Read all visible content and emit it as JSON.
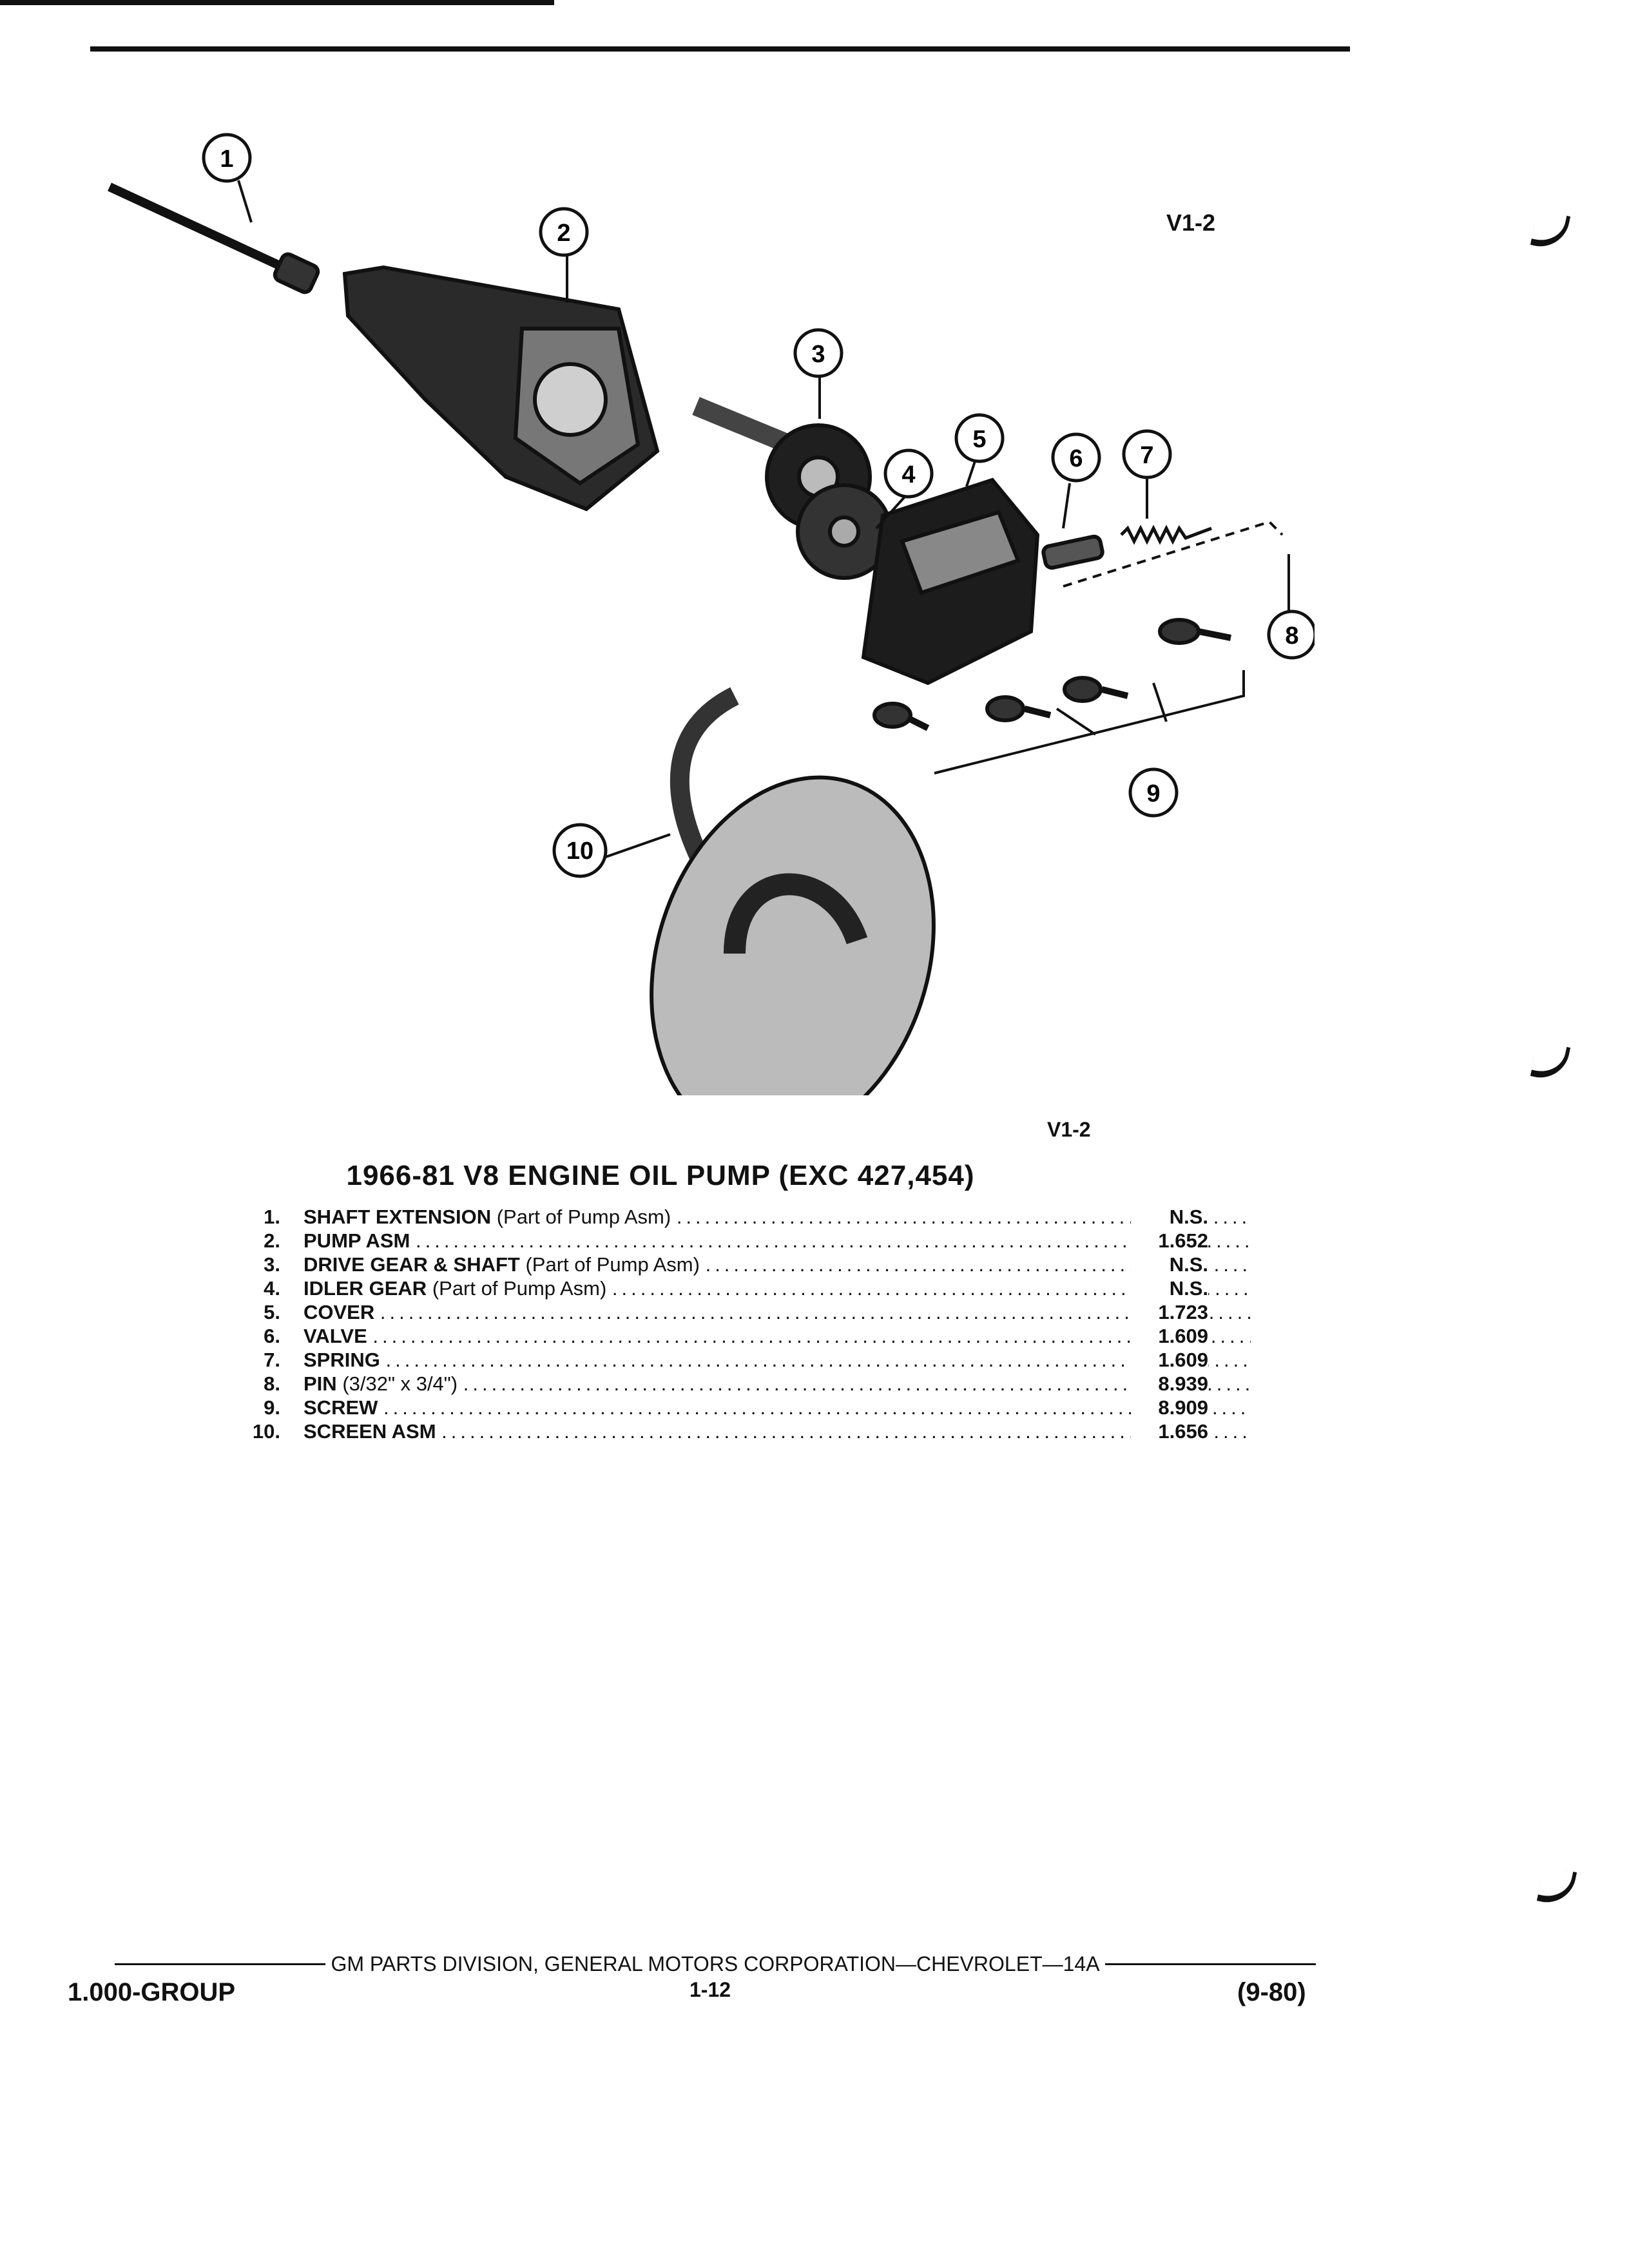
{
  "figure_code": "V1-2",
  "title": "1966-81 V8 ENGINE OIL PUMP (EXC 427,454)",
  "callouts": [
    "1",
    "2",
    "3",
    "4",
    "5",
    "6",
    "7",
    "8",
    "9",
    "10"
  ],
  "parts": [
    {
      "num": "1.",
      "name": "SHAFT EXTENSION",
      "note": "(Part of Pump Asm)",
      "value": "N.S."
    },
    {
      "num": "2.",
      "name": "PUMP ASM",
      "note": "",
      "value": "1.652"
    },
    {
      "num": "3.",
      "name": "DRIVE GEAR & SHAFT",
      "note": "(Part of Pump Asm)",
      "value": "N.S."
    },
    {
      "num": "4.",
      "name": "IDLER GEAR",
      "note": "(Part of Pump Asm)",
      "value": "N.S."
    },
    {
      "num": "5.",
      "name": "COVER",
      "note": "",
      "value": "1.723"
    },
    {
      "num": "6.",
      "name": "VALVE",
      "note": "",
      "value": "1.609"
    },
    {
      "num": "7.",
      "name": "SPRING",
      "note": "",
      "value": "1.609"
    },
    {
      "num": "8.",
      "name": "PIN",
      "note": "(3/32\" x 3/4\")",
      "value": "8.939"
    },
    {
      "num": "9.",
      "name": "SCREW",
      "note": "",
      "value": "8.909"
    },
    {
      "num": "10.",
      "name": "SCREEN ASM",
      "note": "",
      "value": "1.656"
    }
  ],
  "footer": {
    "division": "GM PARTS DIVISION, GENERAL MOTORS CORPORATION—CHEVROLET—14A",
    "group": "1.000-GROUP",
    "page": "1-12",
    "date": "(9-80)"
  }
}
